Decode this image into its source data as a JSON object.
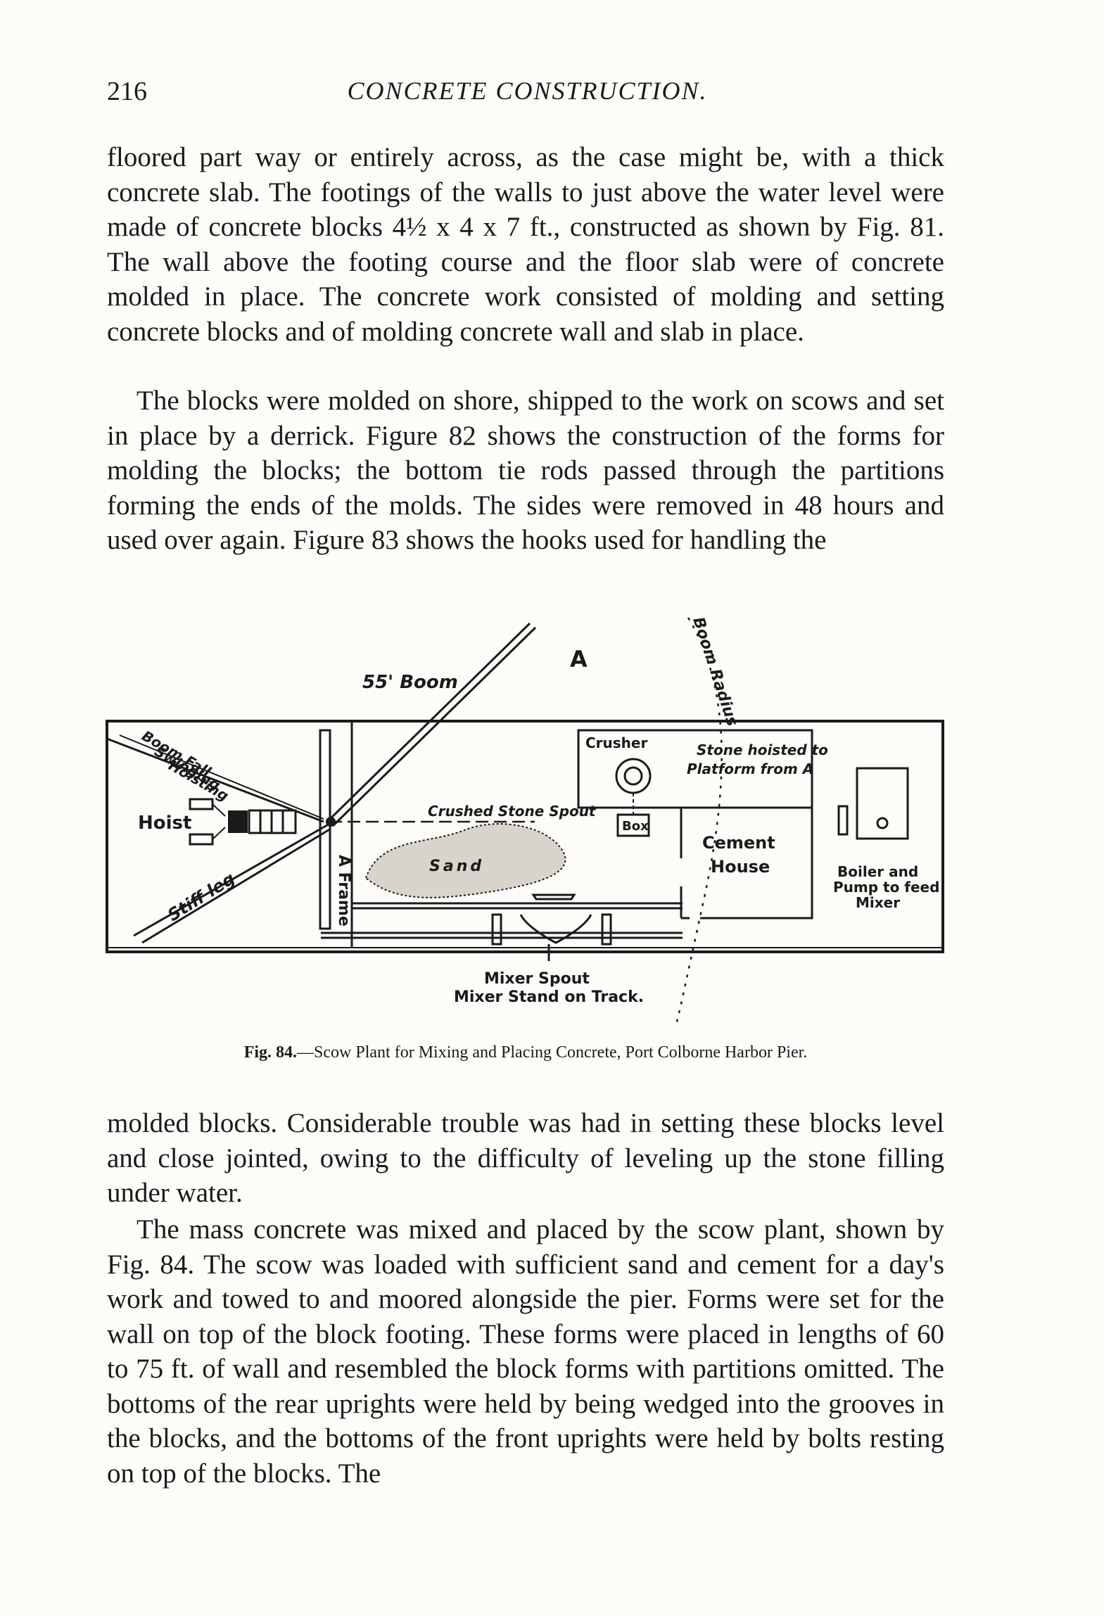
{
  "header": {
    "page_number": "216",
    "running_head": "CONCRETE CONSTRUCTION."
  },
  "paragraphs": [
    "floored part way or entirely across, as the case might be, with a thick concrete slab. The footings of the walls to just above the water level were made of concrete blocks 4½ x 4 x 7 ft., constructed as shown by Fig. 81. The wall above the footing course and the floor slab were of concrete molded in place. The concrete work consisted of molding and setting concrete blocks and of molding concrete wall and slab in place.",
    "The blocks were molded on shore, shipped to the work on scows and set in place by a derrick. Figure 82 shows the construction of the forms for molding the blocks; the bottom tie rods passed through the partitions forming the ends of the molds. The sides were removed in 48 hours and used over again. Figure 83 shows the hooks used for handling the",
    "molded blocks. Considerable trouble was had in setting these blocks level and close jointed, owing to the difficulty of leveling up the stone filling under water.",
    "The mass concrete was mixed and placed by the scow plant, shown by Fig. 84. The scow was loaded with sufficient sand and cement for a day's work and towed to and moored alongside the pier. Forms were set for the wall on top of the block footing. These forms were placed in lengths of 60 to 75 ft. of wall and resembled the block forms with partitions omitted. The bottoms of the rear uprights were held by being wedged into the grooves in the blocks, and the bottoms of the front uprights were held by bolts resting on top of the blocks. The"
  ],
  "figure": {
    "labels": {
      "boom": "55' Boom",
      "point_a": "A",
      "boom_radius": "Boom Radius",
      "boom_fall": "Boom Fall",
      "swinging": "Swinging",
      "hoisting": "Hoisting",
      "hoist": "Hoist",
      "stiff_leg": "Stiff leg",
      "a_frame": "A Frame",
      "crusher": "Crusher",
      "stone_hoisted_1": "Stone hoisted to",
      "stone_hoisted_2": "Platform from A",
      "crushed_stone_spout": "Crushed Stone Spout",
      "box": "Box",
      "sand": "Sand",
      "cement_house_1": "Cement",
      "cement_house_2": "House",
      "boiler_1": "Boiler and",
      "boiler_2": "Pump to feed",
      "boiler_3": "Mixer",
      "mixer_spout": "Mixer Spout",
      "mixer_stand": "Mixer Stand on Track."
    },
    "caption_label": "Fig. 84.",
    "caption_text": "—Scow Plant for Mixing and Placing Concrete, Port Colborne Harbor Pier."
  }
}
